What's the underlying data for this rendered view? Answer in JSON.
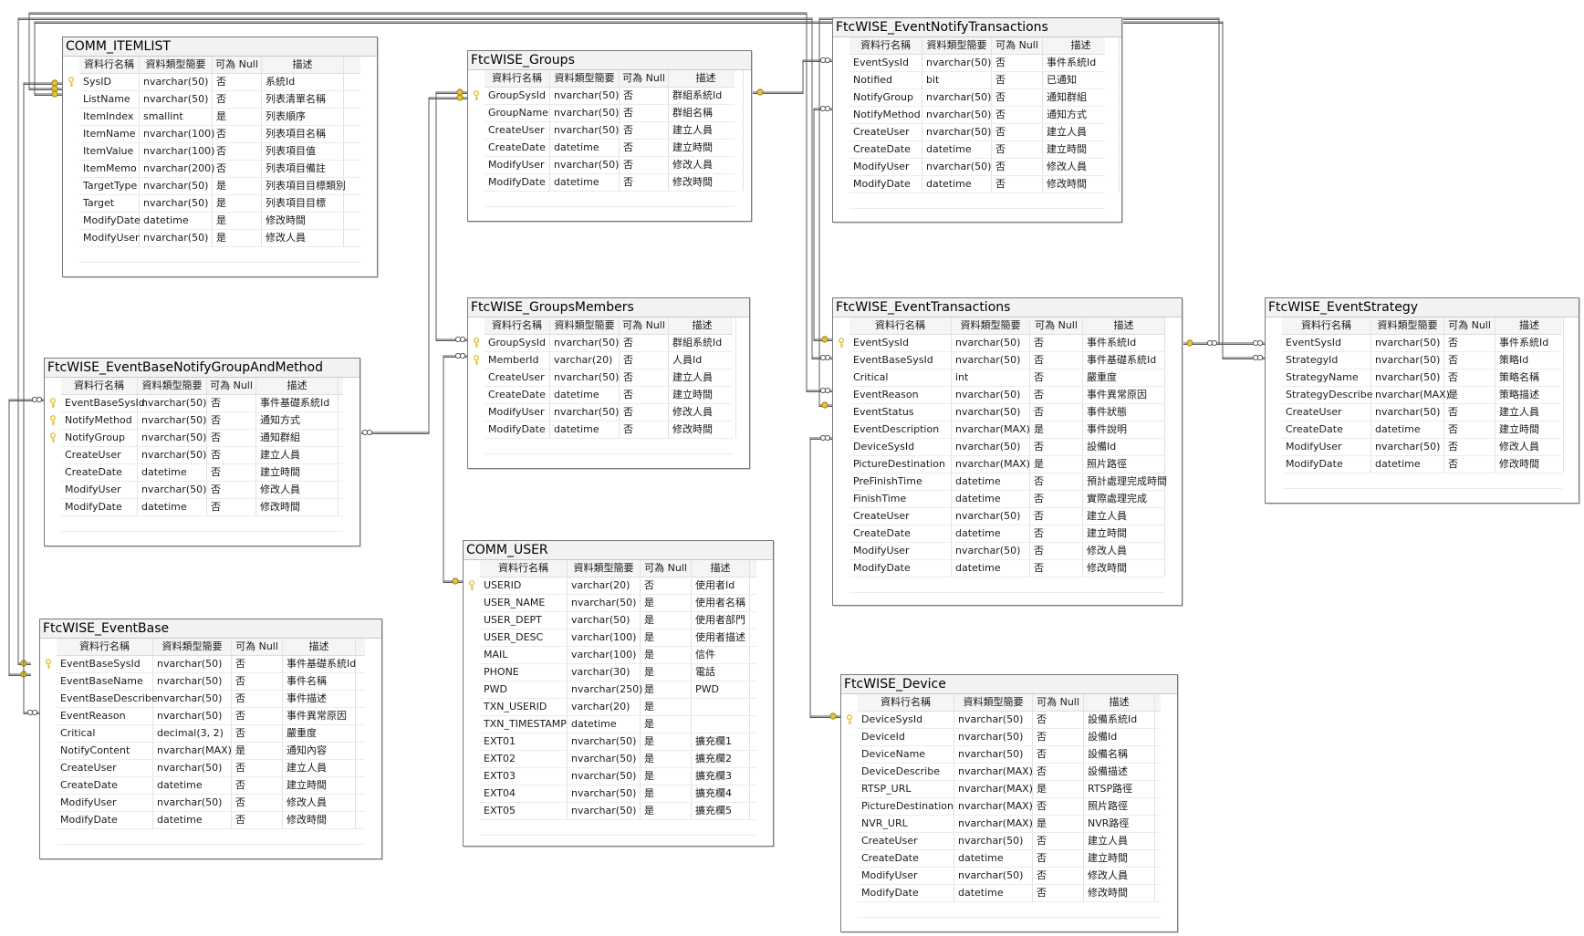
{
  "colors": {
    "line": "#5a5a5a",
    "key": "#e6c23a",
    "border": "#7a7a7a"
  },
  "icons": {
    "primary_key": "key-icon",
    "one_end": "key-icon",
    "many_end": "infinity-icon"
  },
  "headers": [
    "資料行名稱",
    "資料類型簡要",
    "可為 Null",
    "描述"
  ],
  "tables": [
    {
      "id": "comm_itemlist",
      "name": "COMM_ITEMLIST",
      "rows": [
        {
          "pk": true,
          "cells": [
            "SysID",
            "nvarchar(50)",
            "否",
            "系統Id"
          ]
        },
        {
          "pk": false,
          "cells": [
            "ListName",
            "nvarchar(50)",
            "否",
            "列表清單名稱"
          ]
        },
        {
          "pk": false,
          "cells": [
            "ItemIndex",
            "smallint",
            "是",
            "列表順序"
          ]
        },
        {
          "pk": false,
          "cells": [
            "ItemName",
            "nvarchar(100)",
            "否",
            "列表項目名稱"
          ]
        },
        {
          "pk": false,
          "cells": [
            "ItemValue",
            "nvarchar(100)",
            "否",
            "列表項目值"
          ]
        },
        {
          "pk": false,
          "cells": [
            "ItemMemo",
            "nvarchar(200)",
            "否",
            "列表項目備註"
          ]
        },
        {
          "pk": false,
          "cells": [
            "TargetType",
            "nvarchar(50)",
            "是",
            "列表項目目標類別"
          ]
        },
        {
          "pk": false,
          "cells": [
            "Target",
            "nvarchar(50)",
            "是",
            "列表項目目標"
          ]
        },
        {
          "pk": false,
          "cells": [
            "ModifyDate",
            "datetime",
            "是",
            "修改時間"
          ]
        },
        {
          "pk": false,
          "cells": [
            "ModifyUser",
            "nvarchar(50)",
            "是",
            "修改人員"
          ]
        }
      ]
    },
    {
      "id": "ftcwise_groups",
      "name": "FtcWISE_Groups",
      "rows": [
        {
          "pk": true,
          "cells": [
            "GroupSysId",
            "nvarchar(50)",
            "否",
            "群組系統Id"
          ]
        },
        {
          "pk": false,
          "cells": [
            "GroupName",
            "nvarchar(50)",
            "否",
            "群組名稱"
          ]
        },
        {
          "pk": false,
          "cells": [
            "CreateUser",
            "nvarchar(50)",
            "否",
            "建立人員"
          ]
        },
        {
          "pk": false,
          "cells": [
            "CreateDate",
            "datetime",
            "否",
            "建立時間"
          ]
        },
        {
          "pk": false,
          "cells": [
            "ModifyUser",
            "nvarchar(50)",
            "否",
            "修改人員"
          ]
        },
        {
          "pk": false,
          "cells": [
            "ModifyDate",
            "datetime",
            "否",
            "修改時間"
          ]
        }
      ]
    },
    {
      "id": "ftcwise_eventnotifytransactions",
      "name": "FtcWISE_EventNotifyTransactions",
      "rows": [
        {
          "pk": false,
          "cells": [
            "EventSysId",
            "nvarchar(50)",
            "否",
            "事件系統Id"
          ]
        },
        {
          "pk": false,
          "cells": [
            "Notified",
            "bit",
            "否",
            "已通知"
          ]
        },
        {
          "pk": false,
          "cells": [
            "NotifyGroup",
            "nvarchar(50)",
            "否",
            "通知群組"
          ]
        },
        {
          "pk": false,
          "cells": [
            "NotifyMethod",
            "nvarchar(50)",
            "否",
            "通知方式"
          ]
        },
        {
          "pk": false,
          "cells": [
            "CreateUser",
            "nvarchar(50)",
            "否",
            "建立人員"
          ]
        },
        {
          "pk": false,
          "cells": [
            "CreateDate",
            "datetime",
            "否",
            "建立時間"
          ]
        },
        {
          "pk": false,
          "cells": [
            "ModifyUser",
            "nvarchar(50)",
            "否",
            "修改人員"
          ]
        },
        {
          "pk": false,
          "cells": [
            "ModifyDate",
            "datetime",
            "否",
            "修改時間"
          ]
        }
      ]
    },
    {
      "id": "ftcwise_groupsmembers",
      "name": "FtcWISE_GroupsMembers",
      "rows": [
        {
          "pk": true,
          "cells": [
            "GroupSysId",
            "nvarchar(50)",
            "否",
            "群組系統Id"
          ]
        },
        {
          "pk": true,
          "cells": [
            "MemberId",
            "varchar(20)",
            "否",
            "人員Id"
          ]
        },
        {
          "pk": false,
          "cells": [
            "CreateUser",
            "nvarchar(50)",
            "否",
            "建立人員"
          ]
        },
        {
          "pk": false,
          "cells": [
            "CreateDate",
            "datetime",
            "否",
            "建立時間"
          ]
        },
        {
          "pk": false,
          "cells": [
            "ModifyUser",
            "nvarchar(50)",
            "否",
            "修改人員"
          ]
        },
        {
          "pk": false,
          "cells": [
            "ModifyDate",
            "datetime",
            "否",
            "修改時間"
          ]
        }
      ]
    },
    {
      "id": "ftcwise_eventtransactions",
      "name": "FtcWISE_EventTransactions",
      "rows": [
        {
          "pk": true,
          "cells": [
            "EventSysId",
            "nvarchar(50)",
            "否",
            "事件系統Id"
          ]
        },
        {
          "pk": false,
          "cells": [
            "EventBaseSysId",
            "nvarchar(50)",
            "否",
            "事件基礎系統Id"
          ]
        },
        {
          "pk": false,
          "cells": [
            "Critical",
            "int",
            "否",
            "嚴重度"
          ]
        },
        {
          "pk": false,
          "cells": [
            "EventReason",
            "nvarchar(50)",
            "否",
            "事件異常原因"
          ]
        },
        {
          "pk": false,
          "cells": [
            "EventStatus",
            "nvarchar(50)",
            "否",
            "事件狀態"
          ]
        },
        {
          "pk": false,
          "cells": [
            "EventDescription",
            "nvarchar(MAX)",
            "是",
            "事件說明"
          ]
        },
        {
          "pk": false,
          "cells": [
            "DeviceSysId",
            "nvarchar(50)",
            "否",
            "設備Id"
          ]
        },
        {
          "pk": false,
          "cells": [
            "PictureDestination",
            "nvarchar(MAX)",
            "是",
            "照片路徑"
          ]
        },
        {
          "pk": false,
          "cells": [
            "PreFinishTime",
            "datetime",
            "否",
            "預計處理完成時間"
          ]
        },
        {
          "pk": false,
          "cells": [
            "FinishTime",
            "datetime",
            "否",
            "實際處理完成"
          ]
        },
        {
          "pk": false,
          "cells": [
            "CreateUser",
            "nvarchar(50)",
            "否",
            "建立人員"
          ]
        },
        {
          "pk": false,
          "cells": [
            "CreateDate",
            "datetime",
            "否",
            "建立時間"
          ]
        },
        {
          "pk": false,
          "cells": [
            "ModifyUser",
            "nvarchar(50)",
            "否",
            "修改人員"
          ]
        },
        {
          "pk": false,
          "cells": [
            "ModifyDate",
            "datetime",
            "否",
            "修改時間"
          ]
        }
      ]
    },
    {
      "id": "ftcwise_eventstrategy",
      "name": "FtcWISE_EventStrategy",
      "rows": [
        {
          "pk": false,
          "cells": [
            "EventSysId",
            "nvarchar(50)",
            "否",
            "事件系統Id"
          ]
        },
        {
          "pk": false,
          "cells": [
            "StrategyId",
            "nvarchar(50)",
            "否",
            "策略Id"
          ]
        },
        {
          "pk": false,
          "cells": [
            "StrategyName",
            "nvarchar(50)",
            "否",
            "策略名稱"
          ]
        },
        {
          "pk": false,
          "cells": [
            "StrategyDescribe",
            "nvarchar(MAX)",
            "是",
            "策略描述"
          ]
        },
        {
          "pk": false,
          "cells": [
            "CreateUser",
            "nvarchar(50)",
            "否",
            "建立人員"
          ]
        },
        {
          "pk": false,
          "cells": [
            "CreateDate",
            "datetime",
            "否",
            "建立時間"
          ]
        },
        {
          "pk": false,
          "cells": [
            "ModifyUser",
            "nvarchar(50)",
            "否",
            "修改人員"
          ]
        },
        {
          "pk": false,
          "cells": [
            "ModifyDate",
            "datetime",
            "否",
            "修改時間"
          ]
        }
      ]
    },
    {
      "id": "ftcwise_eventbasenotifygroupandmethod",
      "name": "FtcWISE_EventBaseNotifyGroupAndMethod",
      "rows": [
        {
          "pk": true,
          "cells": [
            "EventBaseSysId",
            "nvarchar(50)",
            "否",
            "事件基礎系統Id"
          ]
        },
        {
          "pk": true,
          "cells": [
            "NotifyMethod",
            "nvarchar(50)",
            "否",
            "通知方式"
          ]
        },
        {
          "pk": true,
          "cells": [
            "NotifyGroup",
            "nvarchar(50)",
            "否",
            "通知群組"
          ]
        },
        {
          "pk": false,
          "cells": [
            "CreateUser",
            "nvarchar(50)",
            "否",
            "建立人員"
          ]
        },
        {
          "pk": false,
          "cells": [
            "CreateDate",
            "datetime",
            "否",
            "建立時間"
          ]
        },
        {
          "pk": false,
          "cells": [
            "ModifyUser",
            "nvarchar(50)",
            "否",
            "修改人員"
          ]
        },
        {
          "pk": false,
          "cells": [
            "ModifyDate",
            "datetime",
            "否",
            "修改時間"
          ]
        }
      ]
    },
    {
      "id": "comm_user",
      "name": "COMM_USER",
      "rows": [
        {
          "pk": true,
          "cells": [
            "USERID",
            "varchar(20)",
            "否",
            "使用者Id"
          ]
        },
        {
          "pk": false,
          "cells": [
            "USER_NAME",
            "nvarchar(50)",
            "是",
            "使用者名稱"
          ]
        },
        {
          "pk": false,
          "cells": [
            "USER_DEPT",
            "varchar(50)",
            "是",
            "使用者部門"
          ]
        },
        {
          "pk": false,
          "cells": [
            "USER_DESC",
            "varchar(100)",
            "是",
            "使用者描述"
          ]
        },
        {
          "pk": false,
          "cells": [
            "MAIL",
            "varchar(100)",
            "是",
            "信件"
          ]
        },
        {
          "pk": false,
          "cells": [
            "PHONE",
            "varchar(30)",
            "是",
            "電話"
          ]
        },
        {
          "pk": false,
          "cells": [
            "PWD",
            "nvarchar(250)",
            "是",
            "PWD"
          ]
        },
        {
          "pk": false,
          "cells": [
            "TXN_USERID",
            "varchar(20)",
            "是",
            ""
          ]
        },
        {
          "pk": false,
          "cells": [
            "TXN_TIMESTAMP",
            "datetime",
            "是",
            ""
          ]
        },
        {
          "pk": false,
          "cells": [
            "EXT01",
            "nvarchar(50)",
            "是",
            "擴充欄1"
          ]
        },
        {
          "pk": false,
          "cells": [
            "EXT02",
            "nvarchar(50)",
            "是",
            "擴充欄2"
          ]
        },
        {
          "pk": false,
          "cells": [
            "EXT03",
            "nvarchar(50)",
            "是",
            "擴充欄3"
          ]
        },
        {
          "pk": false,
          "cells": [
            "EXT04",
            "nvarchar(50)",
            "是",
            "擴充欄4"
          ]
        },
        {
          "pk": false,
          "cells": [
            "EXT05",
            "nvarchar(50)",
            "是",
            "擴充欄5"
          ]
        }
      ]
    },
    {
      "id": "ftcwise_eventbase",
      "name": "FtcWISE_EventBase",
      "rows": [
        {
          "pk": true,
          "cells": [
            "EventBaseSysId",
            "nvarchar(50)",
            "否",
            "事件基礎系統Id"
          ]
        },
        {
          "pk": false,
          "cells": [
            "EventBaseName",
            "nvarchar(50)",
            "否",
            "事件名稱"
          ]
        },
        {
          "pk": false,
          "cells": [
            "EventBaseDescribe",
            "nvarchar(50)",
            "否",
            "事件描述"
          ]
        },
        {
          "pk": false,
          "cells": [
            "EventReason",
            "nvarchar(50)",
            "否",
            "事件異常原因"
          ]
        },
        {
          "pk": false,
          "cells": [
            "Critical",
            "decimal(3, 2)",
            "否",
            "嚴重度"
          ]
        },
        {
          "pk": false,
          "cells": [
            "NotifyContent",
            "nvarchar(MAX)",
            "是",
            "通知內容"
          ]
        },
        {
          "pk": false,
          "cells": [
            "CreateUser",
            "nvarchar(50)",
            "否",
            "建立人員"
          ]
        },
        {
          "pk": false,
          "cells": [
            "CreateDate",
            "datetime",
            "否",
            "建立時間"
          ]
        },
        {
          "pk": false,
          "cells": [
            "ModifyUser",
            "nvarchar(50)",
            "否",
            "修改人員"
          ]
        },
        {
          "pk": false,
          "cells": [
            "ModifyDate",
            "datetime",
            "否",
            "修改時間"
          ]
        }
      ]
    },
    {
      "id": "ftcwise_device",
      "name": "FtcWISE_Device",
      "rows": [
        {
          "pk": true,
          "cells": [
            "DeviceSysId",
            "nvarchar(50)",
            "否",
            "設備系統Id"
          ]
        },
        {
          "pk": false,
          "cells": [
            "DeviceId",
            "nvarchar(50)",
            "否",
            "設備Id"
          ]
        },
        {
          "pk": false,
          "cells": [
            "DeviceName",
            "nvarchar(50)",
            "否",
            "設備名稱"
          ]
        },
        {
          "pk": false,
          "cells": [
            "DeviceDescribe",
            "nvarchar(MAX)",
            "否",
            "設備描述"
          ]
        },
        {
          "pk": false,
          "cells": [
            "RTSP_URL",
            "nvarchar(MAX)",
            "是",
            "RTSP路徑"
          ]
        },
        {
          "pk": false,
          "cells": [
            "PictureDestination",
            "nvarchar(MAX)",
            "否",
            "照片路徑"
          ]
        },
        {
          "pk": false,
          "cells": [
            "NVR_URL",
            "nvarchar(MAX)",
            "是",
            "NVR路徑"
          ]
        },
        {
          "pk": false,
          "cells": [
            "CreateUser",
            "nvarchar(50)",
            "否",
            "建立人員"
          ]
        },
        {
          "pk": false,
          "cells": [
            "CreateDate",
            "datetime",
            "否",
            "建立時間"
          ]
        },
        {
          "pk": false,
          "cells": [
            "ModifyUser",
            "nvarchar(50)",
            "否",
            "修改人員"
          ]
        },
        {
          "pk": false,
          "cells": [
            "ModifyDate",
            "datetime",
            "否",
            "修改時間"
          ]
        }
      ]
    }
  ],
  "relationships": [
    {
      "from": "ftcwise_groups",
      "to": "ftcwise_eventnotifytransactions",
      "one_end": "ftcwise_groups",
      "many_end": "ftcwise_eventnotifytransactions"
    },
    {
      "from": "ftcwise_groups",
      "to": "ftcwise_groupsmembers",
      "one_end": "ftcwise_groups",
      "many_end": "ftcwise_groupsmembers"
    },
    {
      "from": "comm_user",
      "to": "ftcwise_groupsmembers",
      "one_end": "comm_user",
      "many_end": "ftcwise_groupsmembers"
    },
    {
      "from": "ftcwise_eventtransactions",
      "to": "ftcwise_eventnotifytransactions",
      "one_end": "ftcwise_eventtransactions",
      "many_end": "ftcwise_eventnotifytransactions"
    },
    {
      "from": "ftcwise_eventtransactions",
      "to": "ftcwise_eventstrategy",
      "one_end": "ftcwise_eventtransactions",
      "many_end": "ftcwise_eventstrategy"
    },
    {
      "from": "ftcwise_eventbase",
      "to": "ftcwise_eventbasenotifygroupandmethod",
      "one_end": "ftcwise_eventbase",
      "many_end": "ftcwise_eventbasenotifygroupandmethod"
    },
    {
      "from": "ftcwise_eventbase",
      "to": "ftcwise_eventtransactions",
      "one_end": "ftcwise_eventbase",
      "many_end": "ftcwise_eventtransactions"
    },
    {
      "from": "ftcwise_device",
      "to": "ftcwise_eventtransactions",
      "one_end": "ftcwise_device",
      "many_end": "ftcwise_eventtransactions"
    },
    {
      "from": "ftcwise_groups",
      "to": "ftcwise_eventbasenotifygroupandmethod",
      "one_end": "ftcwise_groups",
      "many_end": "ftcwise_eventbasenotifygroupandmethod"
    },
    {
      "from": "comm_itemlist",
      "to": "ftcwise_eventbase",
      "one_end": "comm_itemlist",
      "many_end": "ftcwise_eventbase"
    },
    {
      "from": "comm_itemlist",
      "to": "ftcwise_eventtransactions",
      "one_end": "comm_itemlist",
      "many_end": "ftcwise_eventtransactions"
    },
    {
      "from": "comm_itemlist",
      "to": "ftcwise_eventstrategy",
      "one_end": "comm_itemlist",
      "many_end": "ftcwise_eventstrategy"
    }
  ]
}
